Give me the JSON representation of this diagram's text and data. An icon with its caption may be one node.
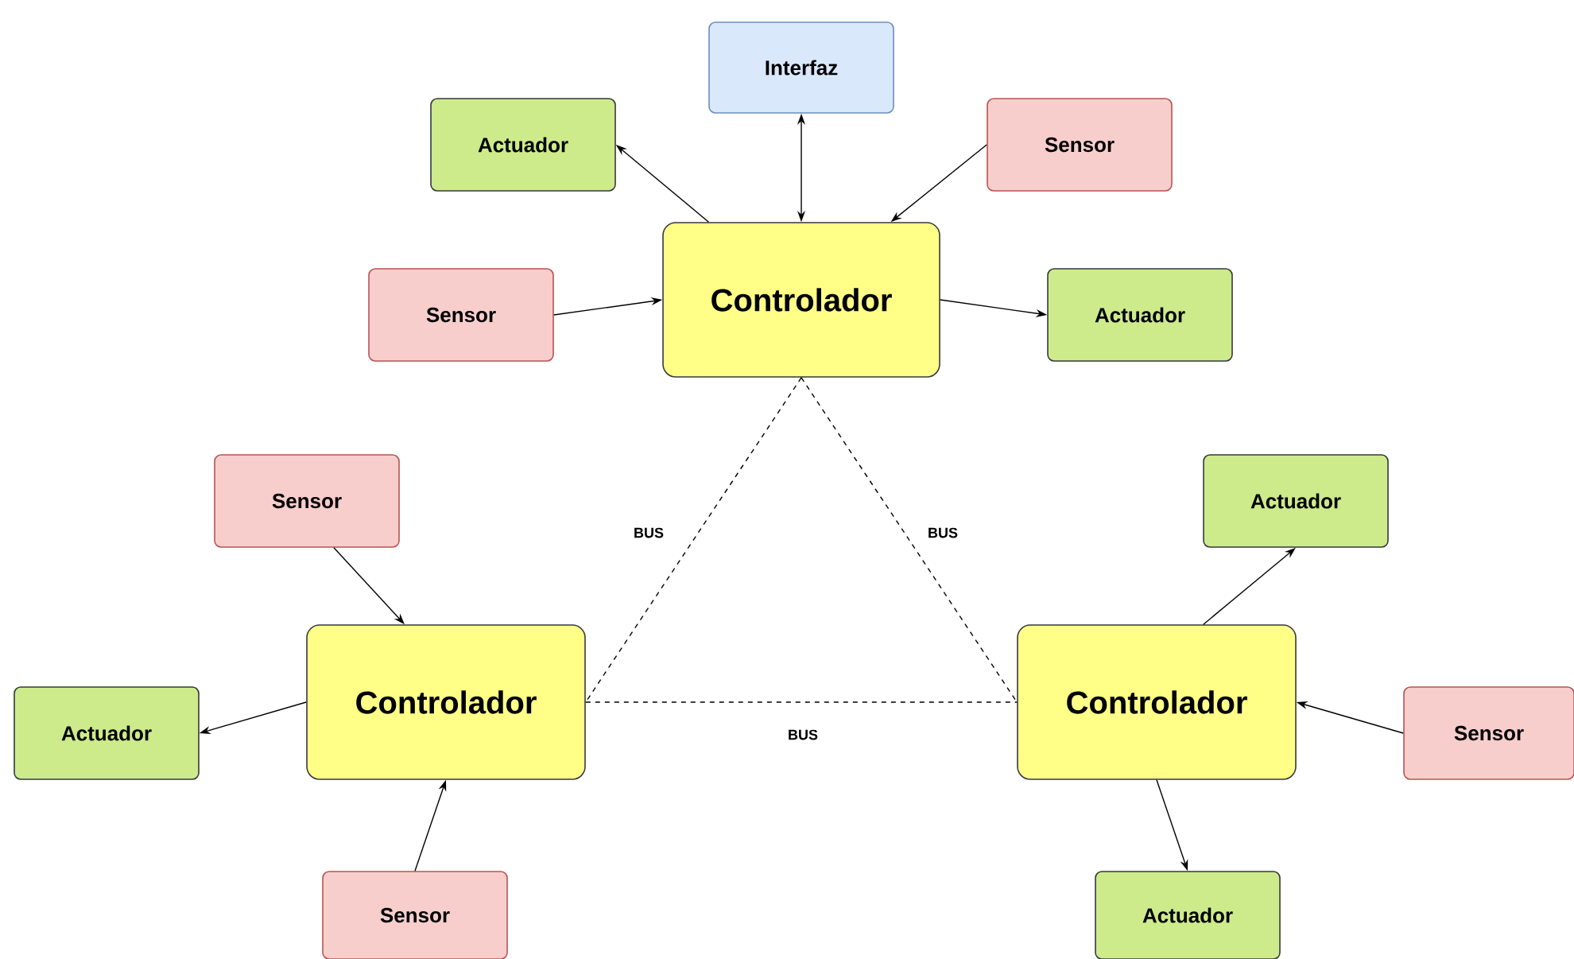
{
  "diagram": {
    "nodes": [
      {
        "text": [
          "Interfaz"
        ]
      },
      {
        "text": [
          "Actuador"
        ]
      },
      {
        "text": [
          "Sensor"
        ]
      },
      {
        "text": [
          "Controlador"
        ]
      },
      {
        "text": [
          "Sensor"
        ]
      },
      {
        "text": [
          "Actuador"
        ]
      },
      {
        "text": [
          "Sensor"
        ]
      },
      {
        "text": [
          "Controlador"
        ]
      },
      {
        "text": [
          "Actuador"
        ]
      },
      {
        "text": [
          "Sensor"
        ]
      },
      {
        "text": [
          "Actuador"
        ]
      },
      {
        "text": [
          "Controlador"
        ]
      },
      {
        "text": [
          "Sensor"
        ]
      },
      {
        "text": [
          "Actuador"
        ]
      }
    ],
    "edges": [
      {
        "from": 3,
        "to": 0,
        "arrow": "both"
      },
      {
        "from": 3,
        "to": 1,
        "arrow": "to"
      },
      {
        "from": 2,
        "to": 3,
        "arrow": "to"
      },
      {
        "from": 4,
        "to": 3,
        "arrow": "to"
      },
      {
        "from": 3,
        "to": 5,
        "arrow": "to"
      },
      {
        "from": 6,
        "to": 7,
        "arrow": "to"
      },
      {
        "from": 7,
        "to": 8,
        "arrow": "to"
      },
      {
        "from": 9,
        "to": 7,
        "arrow": "to"
      },
      {
        "from": 11,
        "to": 10,
        "arrow": "to"
      },
      {
        "from": 12,
        "to": 11,
        "arrow": "to"
      },
      {
        "from": 11,
        "to": 13,
        "arrow": "to"
      },
      {
        "from": 3,
        "to": 7,
        "arrow": "none",
        "style": "dashed",
        "label": "BUS"
      },
      {
        "from": 3,
        "to": 11,
        "arrow": "none",
        "style": "dashed",
        "label": "BUS"
      },
      {
        "from": 7,
        "to": 11,
        "arrow": "none",
        "style": "dashed",
        "label": "BUS"
      }
    ]
  }
}
